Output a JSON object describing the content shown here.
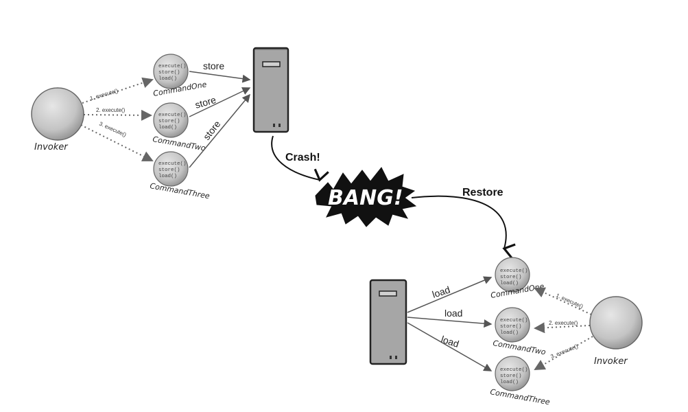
{
  "top": {
    "invoker_label": "Invoker",
    "commands": [
      {
        "lines": [
          "execute()",
          "store()",
          "load()"
        ],
        "name": "CommandOne",
        "call": "1. execute()",
        "edge": "store"
      },
      {
        "lines": [
          "execute()",
          "store()",
          "load()"
        ],
        "name": "CommandTwo",
        "call": "2. execute()",
        "edge": "store"
      },
      {
        "lines": [
          "execute()",
          "store()",
          "load()"
        ],
        "name": "CommandThree",
        "call": "3. execute()",
        "edge": "store"
      }
    ]
  },
  "crash_label": "Crash!",
  "bang_label": "BANG!",
  "restore_label": "Restore",
  "bottom": {
    "invoker_label": "Invoker",
    "commands": [
      {
        "lines": [
          "execute()",
          "store()",
          "load()"
        ],
        "name": "CommandOne",
        "call": "1. execute()",
        "edge": "load"
      },
      {
        "lines": [
          "execute()",
          "store()",
          "load()"
        ],
        "name": "CommandTwo",
        "call": "2. execute()",
        "edge": "load"
      },
      {
        "lines": [
          "execute()",
          "store()",
          "load()"
        ],
        "name": "CommandThree",
        "call": "3. execute()",
        "edge": "load"
      }
    ]
  },
  "colors": {
    "ball": "#c8c8c8",
    "server": "#a8a8a8",
    "line": "#555555",
    "bang": "#111111"
  }
}
